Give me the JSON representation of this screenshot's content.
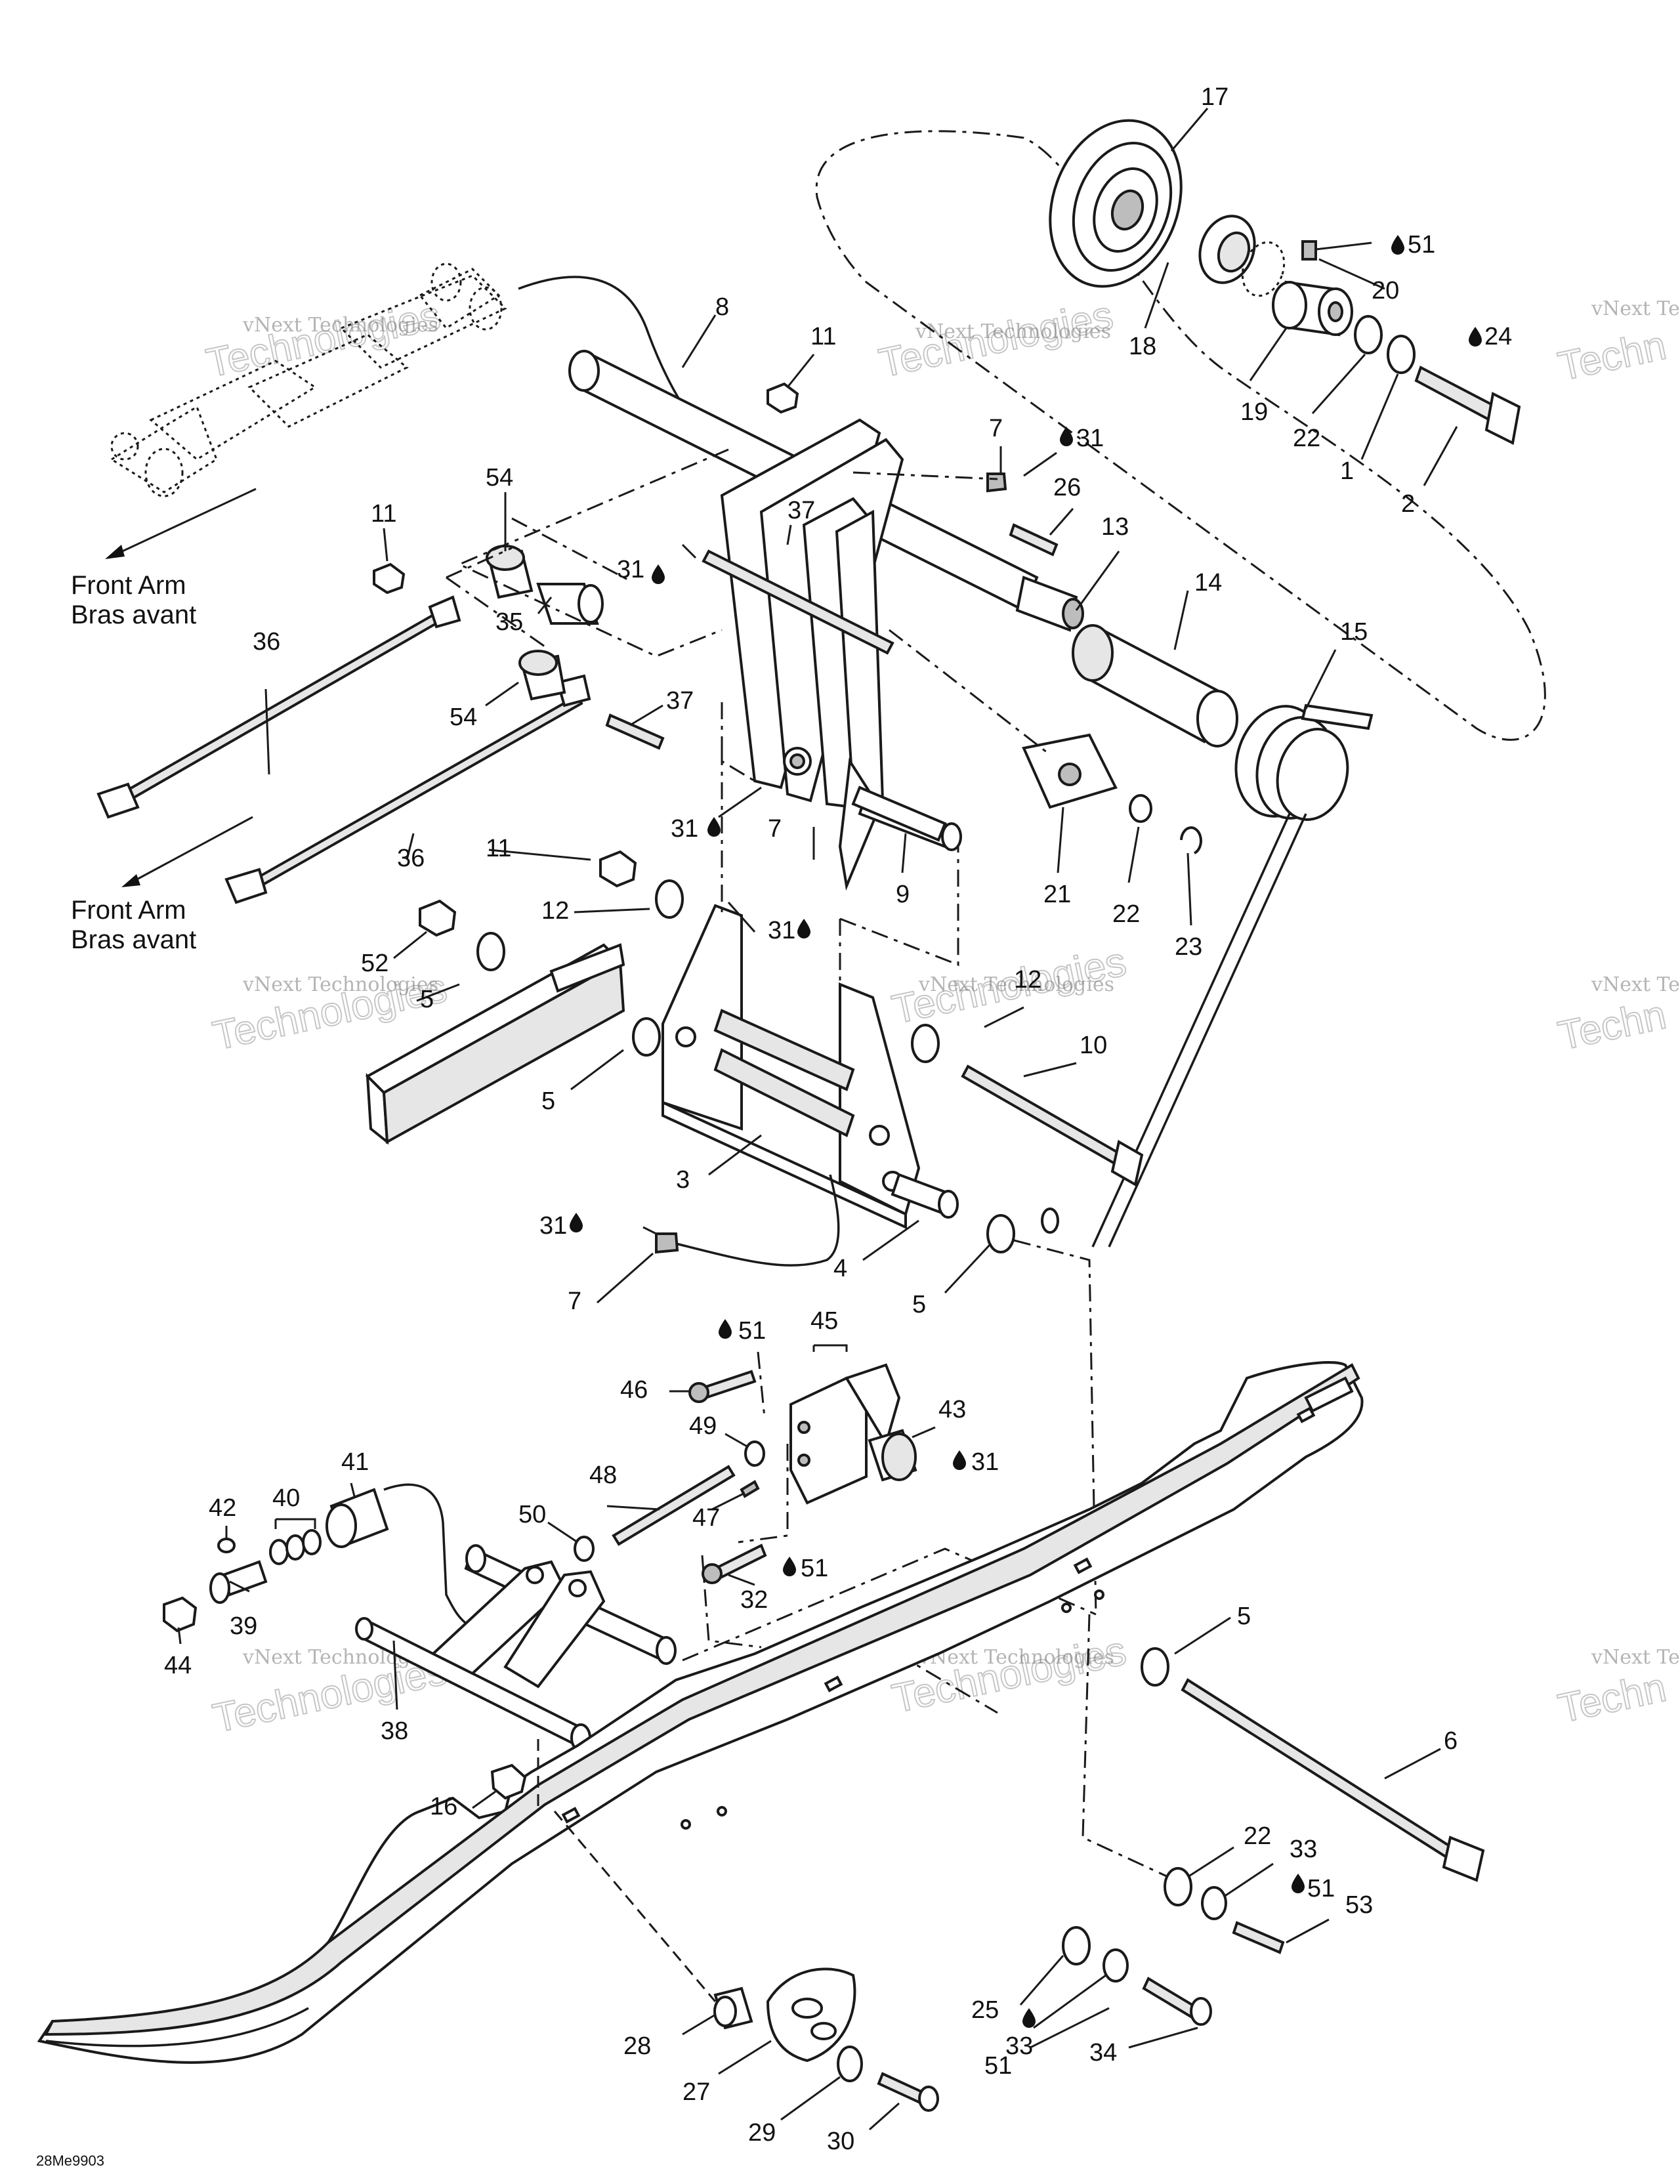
{
  "diagram_code": "28Me9903",
  "front_arm_label_en": "Front Arm",
  "front_arm_label_fr": "Bras avant",
  "watermark_line1": "vNext Technologies",
  "watermark_line2": "Technologies",
  "watermark_partial": "vNext Te",
  "watermark_partial2": "Techn",
  "watermark_vnext": "vNext",
  "callouts": [
    "17",
    "51",
    "20",
    "18",
    "19",
    "22",
    "1",
    "24",
    "2",
    "8",
    "11",
    "7",
    "31",
    "26",
    "13",
    "14",
    "15",
    "54",
    "37",
    "11",
    "31",
    "35",
    "36",
    "54",
    "37",
    "31",
    "7",
    "9",
    "21",
    "22",
    "23",
    "11",
    "12",
    "31",
    "52",
    "5",
    "5",
    "36",
    "12",
    "10",
    "3",
    "4",
    "5",
    "31",
    "7",
    "45",
    "51",
    "46",
    "49",
    "43",
    "31",
    "48",
    "47",
    "50",
    "41",
    "40",
    "42",
    "39",
    "44",
    "32",
    "51",
    "38",
    "5",
    "6",
    "16",
    "22",
    "33",
    "51",
    "53",
    "28",
    "25",
    "33",
    "34",
    "51",
    "27",
    "29",
    "30"
  ]
}
